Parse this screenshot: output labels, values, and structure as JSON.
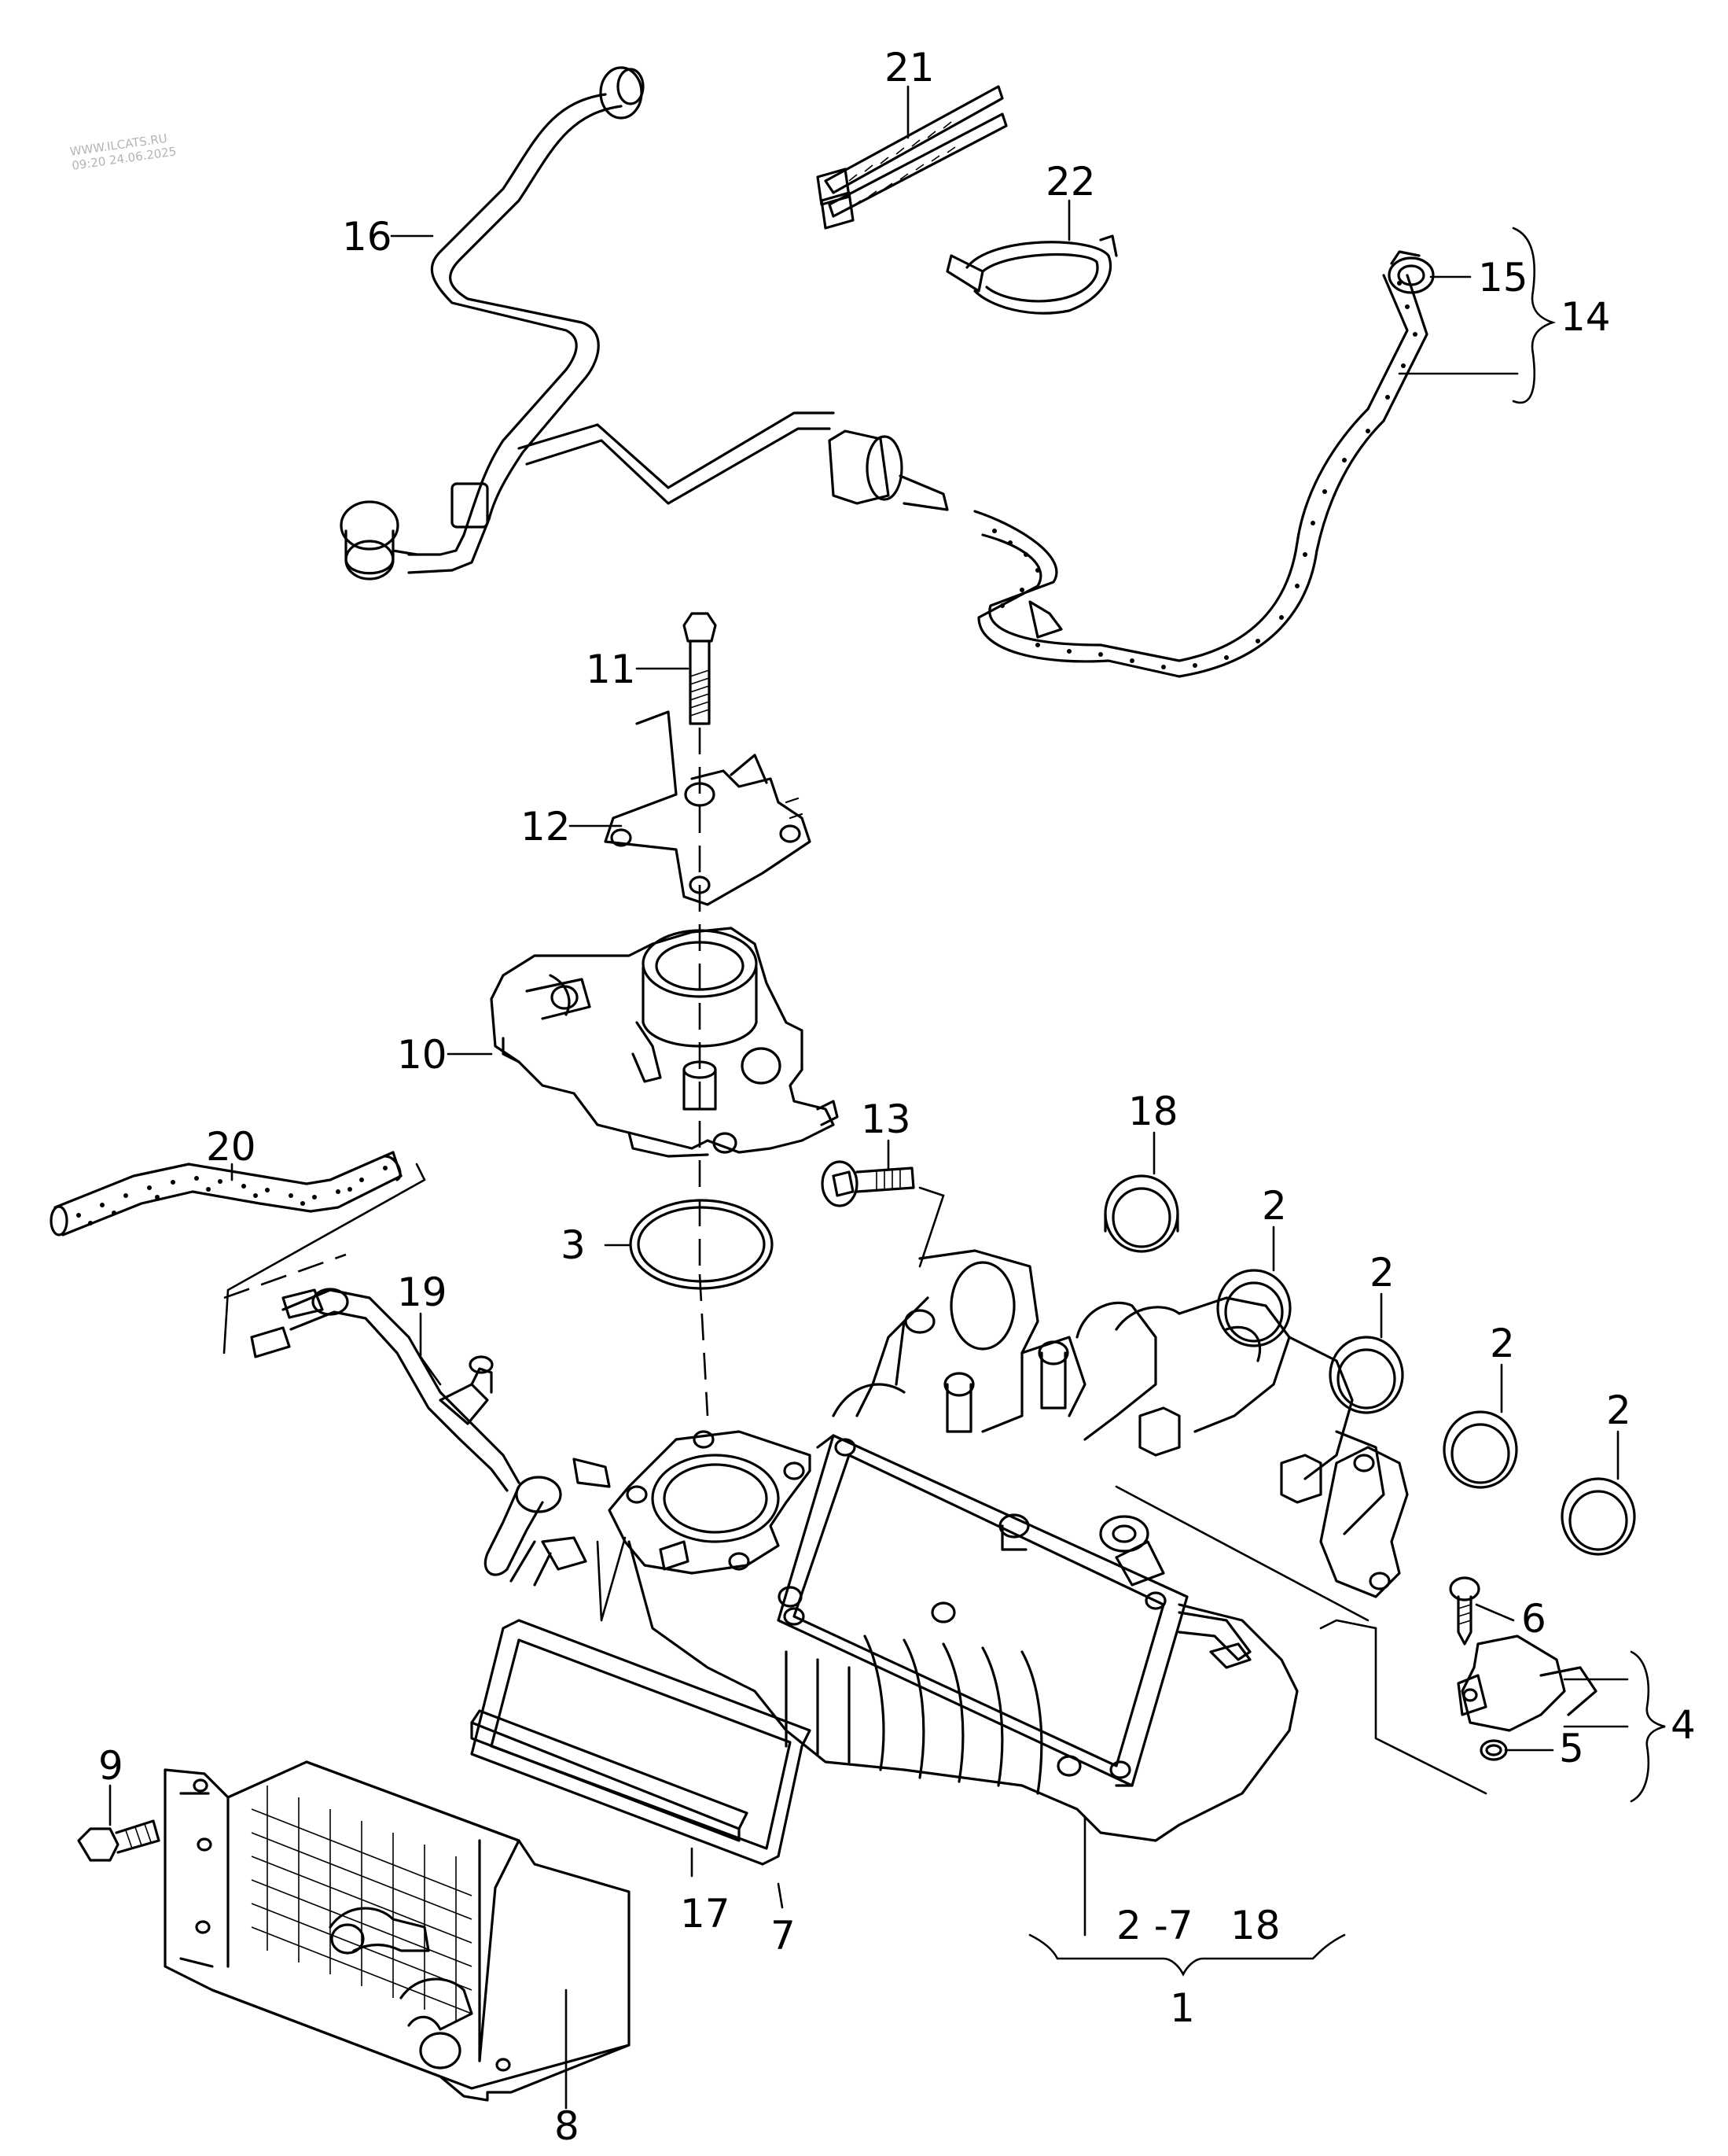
{
  "watermark": {
    "site": "WWW.ILCATS.RU",
    "datetime": "09:20 24.06.2025"
  },
  "callouts": {
    "c1": "1",
    "c2a": "2",
    "c2b": "2",
    "c2c": "2",
    "c2d": "2",
    "c2_7": "2 -7",
    "c18_group": "18",
    "c4": "4",
    "c5": "5",
    "c6": "6",
    "c7": "7",
    "c8": "8",
    "c9": "9",
    "c10": "10",
    "c11": "11",
    "c12": "12",
    "c13": "13",
    "c14": "14",
    "c15": "15",
    "c16": "16",
    "c17": "17",
    "c18": "18",
    "c19": "19",
    "c20": "20",
    "c21": "21",
    "c22": "22",
    "c3": "3"
  }
}
